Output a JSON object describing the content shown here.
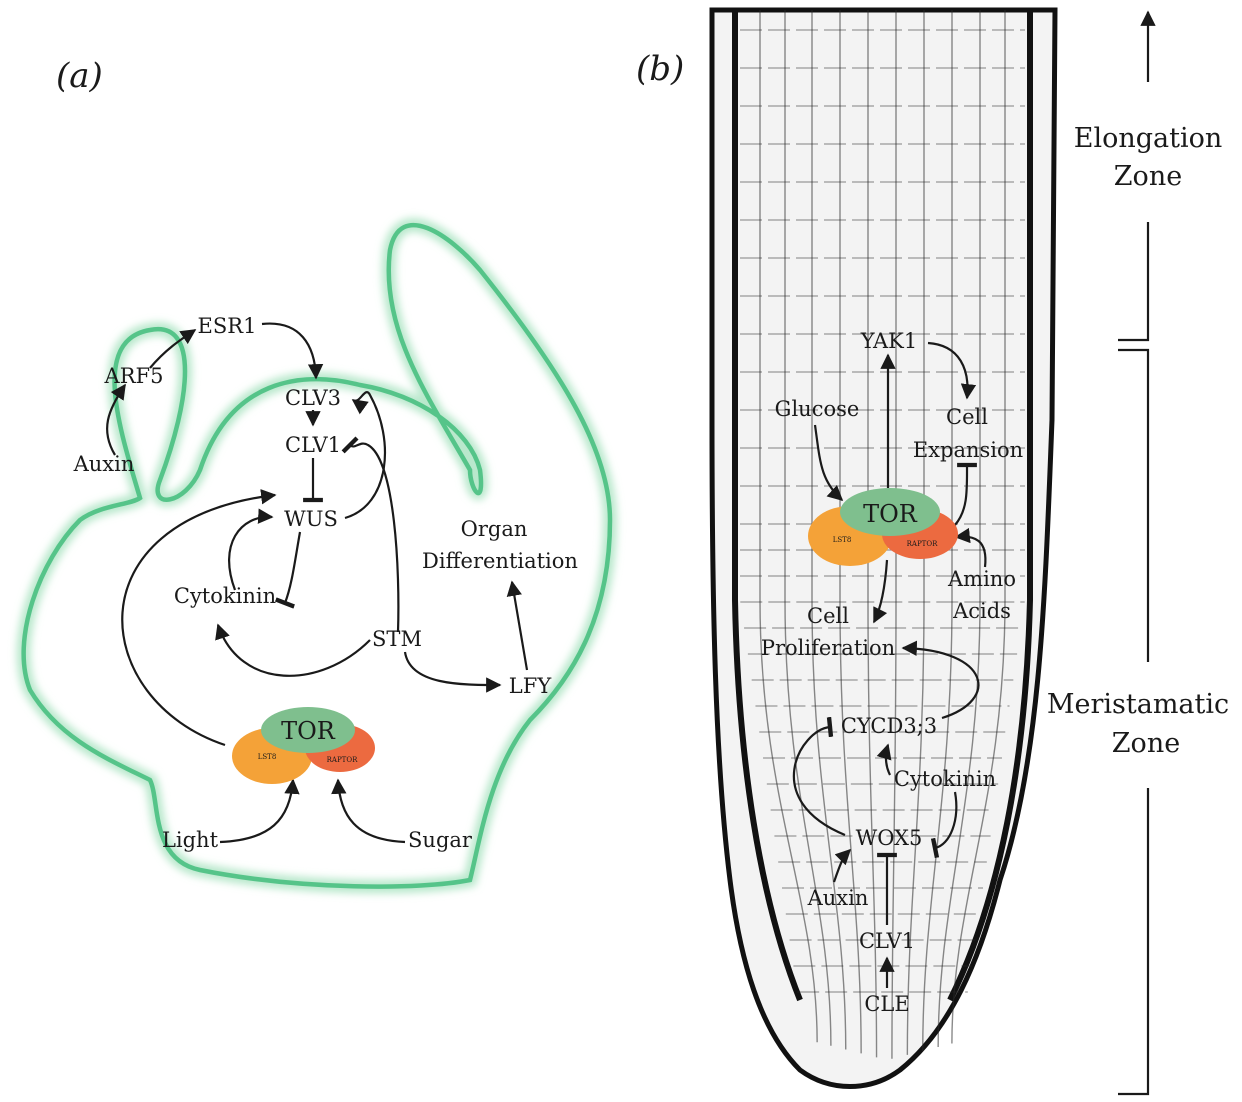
{
  "panel_a": {
    "label": "(a)",
    "nodes": {
      "esr1": "ESR1",
      "arf5": "ARF5",
      "auxin": "Auxin",
      "clv3": "CLV3",
      "clv1": "CLV1",
      "wus": "WUS",
      "cytokinin": "Cytokinin",
      "stm": "STM",
      "lfy": "LFY",
      "organ_diff_1": "Organ",
      "organ_diff_2": "Differentiation",
      "light": "Light",
      "sugar": "Sugar"
    },
    "tor": {
      "label": "TOR",
      "lst8": "LST8",
      "raptor": "RAPTOR"
    }
  },
  "panel_b": {
    "label": "(b)",
    "nodes": {
      "yak1": "YAK1",
      "glucose": "Glucose",
      "cell_exp_1": "Cell",
      "cell_exp_2": "Expansion",
      "amino_1": "Amino",
      "amino_2": "Acids",
      "cell_prol_1": "Cell",
      "cell_prol_2": "Proliferation",
      "cycd": "CYCD3;3",
      "cytokinin": "Cytokinin",
      "wox5": "WOX5",
      "auxin": "Auxin",
      "clv1": "CLV1",
      "cle": "CLE"
    },
    "tor": {
      "label": "TOR",
      "lst8": "LST8",
      "raptor": "RAPTOR"
    },
    "zones": {
      "elongation_1": "Elongation",
      "elongation_2": "Zone",
      "meristematic_1": "Meristamatic",
      "meristematic_2": "Zone"
    }
  },
  "colors": {
    "tissue_outline": "#55c489",
    "tor_green": "#7fbf8e",
    "lst8_orange": "#f4a238",
    "raptor_red": "#ec6a40"
  }
}
